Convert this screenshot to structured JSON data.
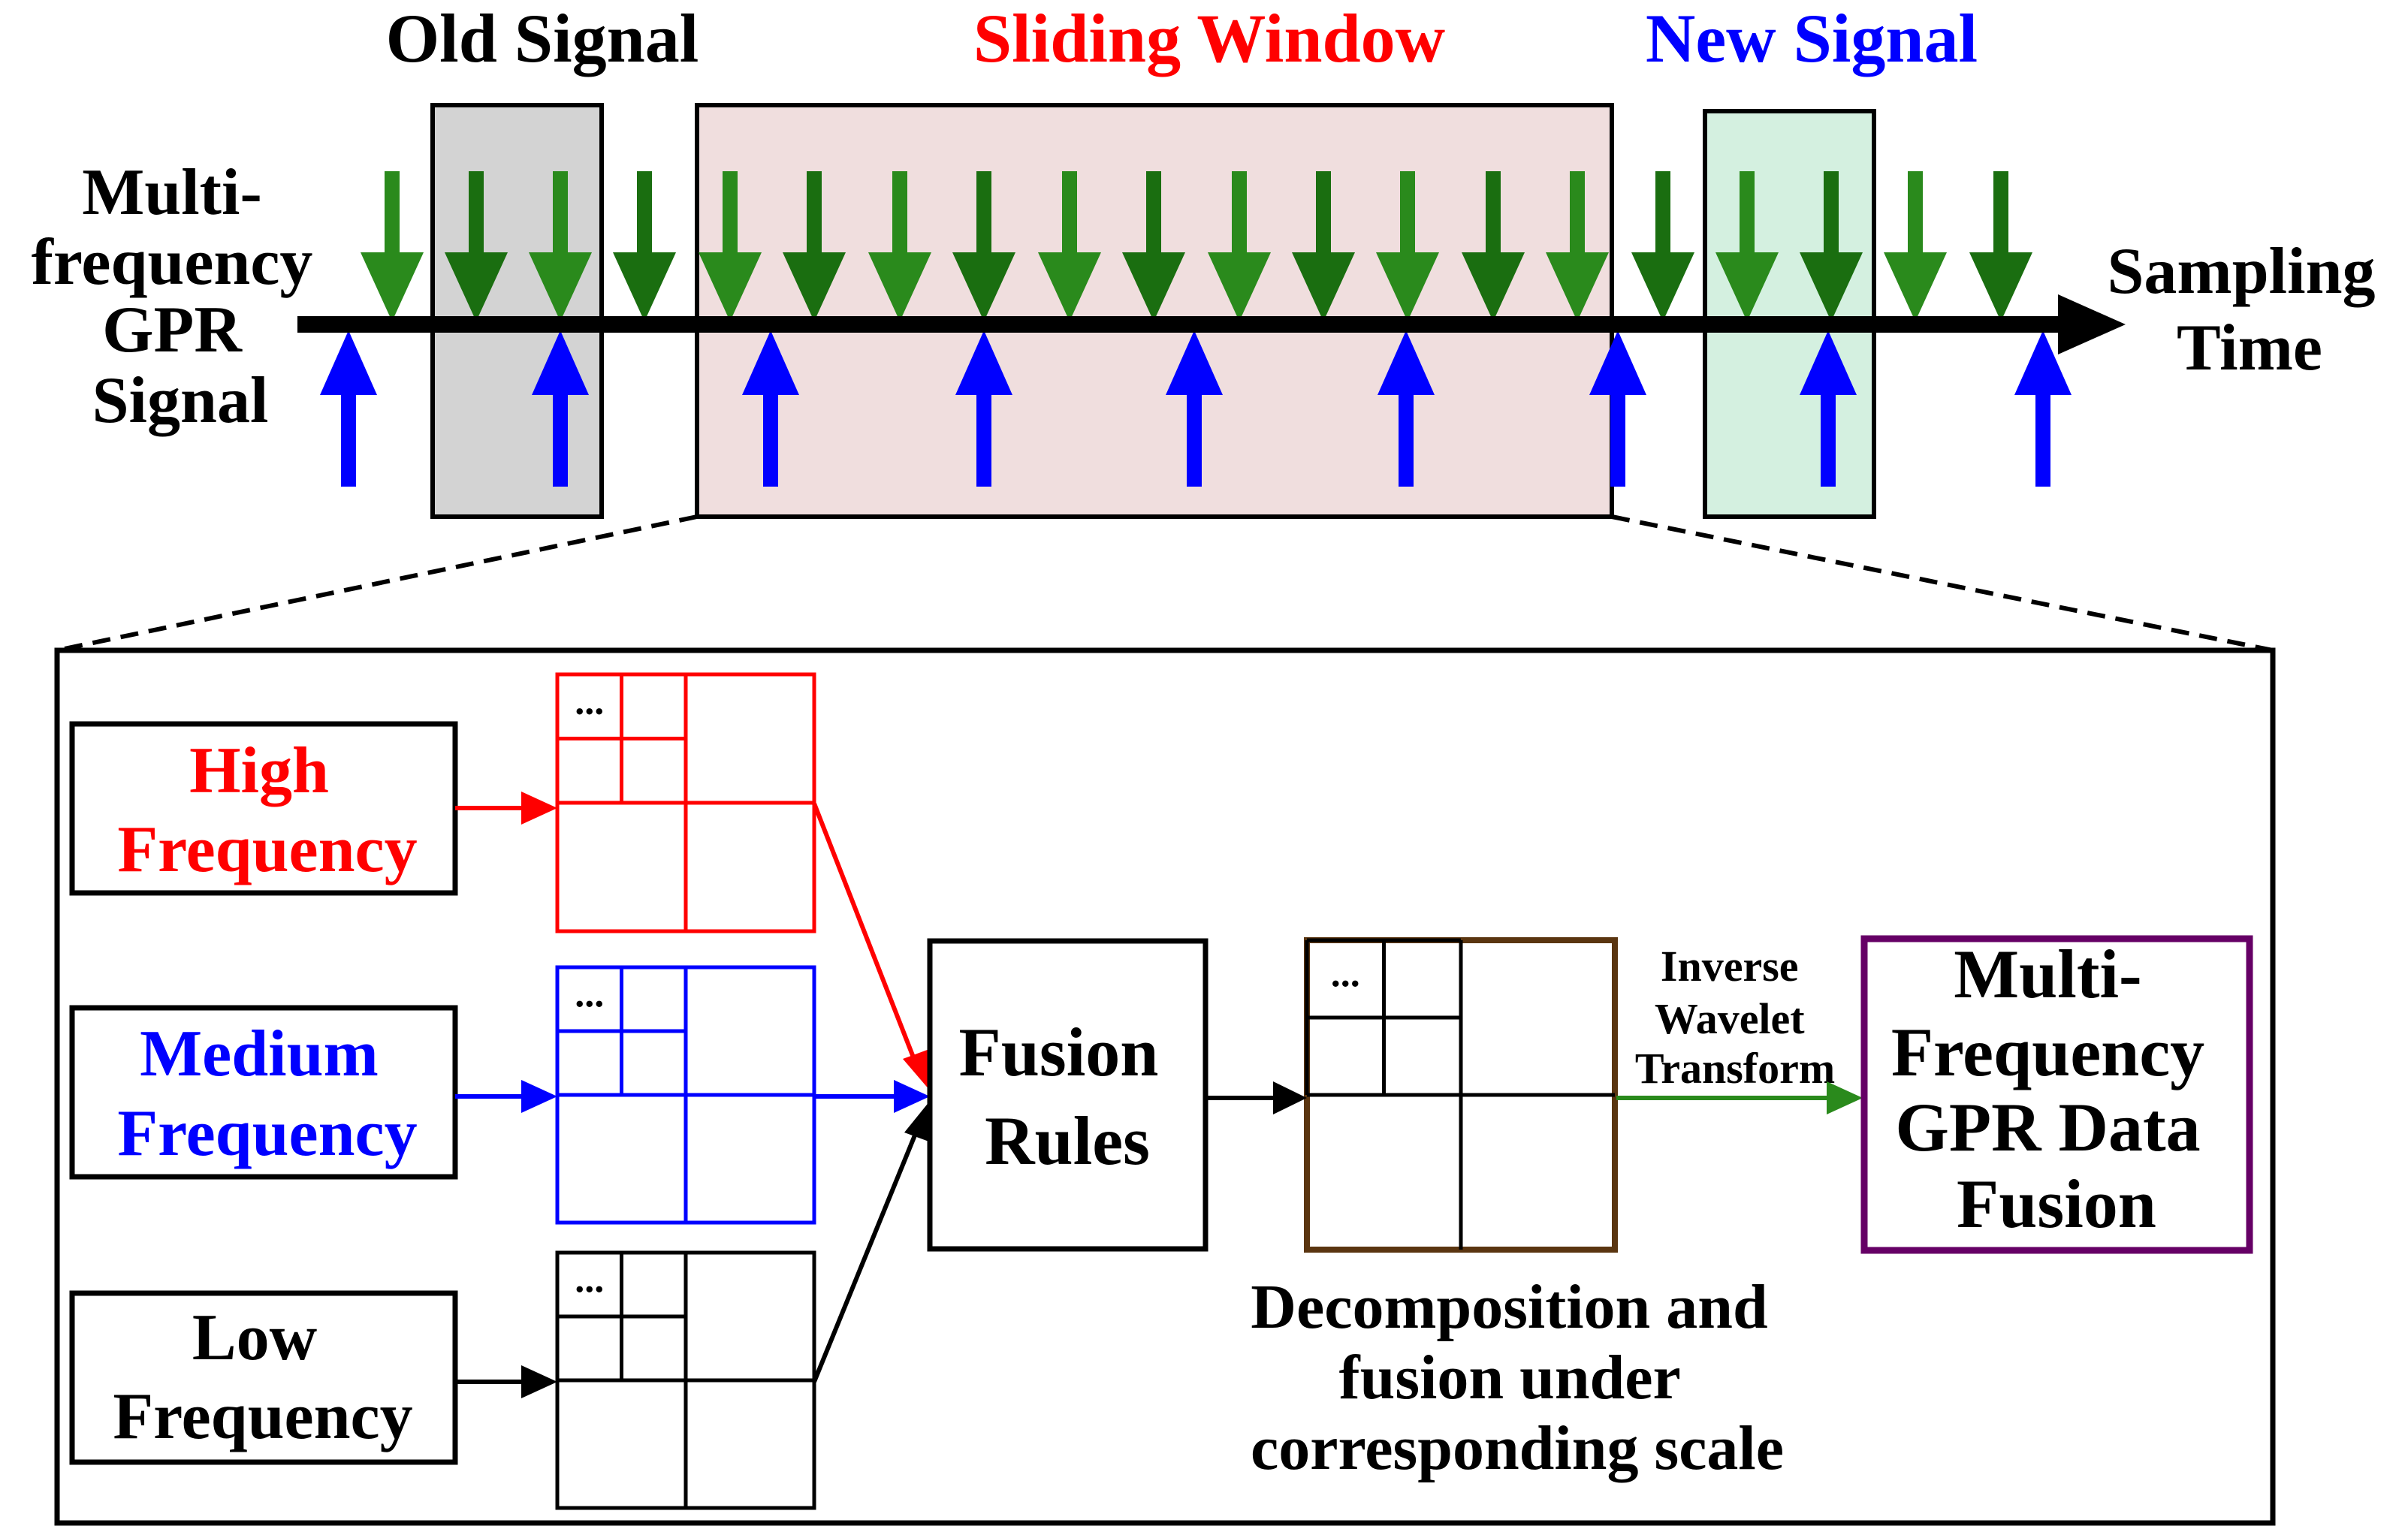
{
  "top": {
    "old_signal": "Old Signal",
    "sliding_window": "Sliding Window",
    "new_signal": "New Signal",
    "input_label": [
      "Multi-",
      "frequency",
      "GPR",
      "Signal"
    ],
    "axis_label": [
      "Sampling",
      "Time"
    ]
  },
  "bottom": {
    "high": [
      "High",
      "Frequency"
    ],
    "medium": [
      "Medium",
      "Frequency"
    ],
    "low": [
      "Low",
      "Frequency"
    ],
    "ellipsis": "...",
    "fusion_rules": [
      "Fusion",
      "Rules"
    ],
    "decomposition_caption": [
      "Decomposition and",
      "fusion under",
      "corresponding scale"
    ],
    "inverse_transform": [
      "Inverse",
      "Wavelet",
      "Transform"
    ],
    "output": [
      "Multi-",
      "Frequency",
      "GPR Data",
      "Fusion"
    ]
  },
  "colors": {
    "red": "#ff0000",
    "blue": "#0000ff",
    "green": "#2a8a1c",
    "dark_green": "#1a6e10",
    "brown": "#5a3510",
    "purple": "#660066",
    "old_fill": "#d3d3d3",
    "window_fill": "#f0dede",
    "new_fill": "#d4f0e0"
  }
}
